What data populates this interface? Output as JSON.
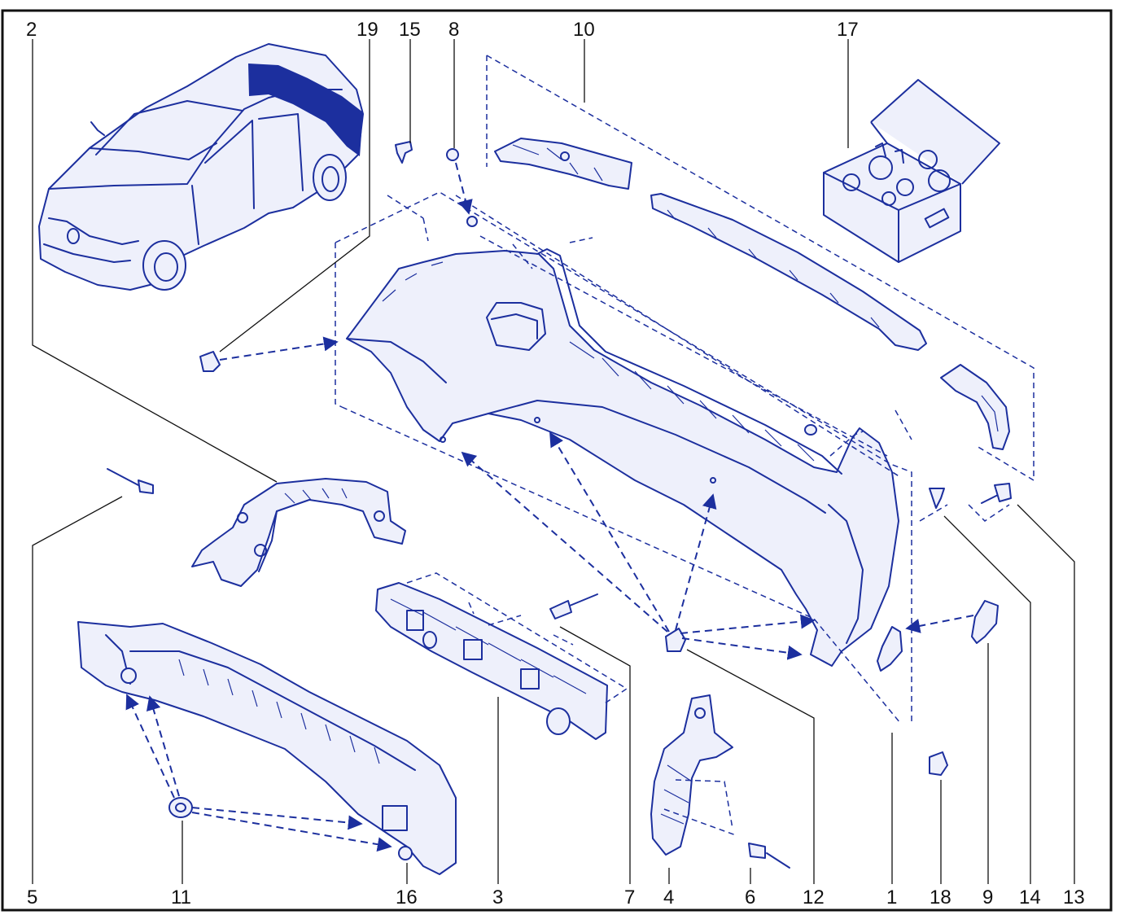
{
  "callouts": {
    "c1": "1",
    "c2": "2",
    "c3": "3",
    "c4": "4",
    "c5": "5",
    "c6": "6",
    "c7": "7",
    "c8": "8",
    "c9": "9",
    "c10": "10",
    "c11": "11",
    "c12": "12",
    "c13": "13",
    "c14": "14",
    "c15": "15",
    "c16": "16",
    "c17": "17",
    "c18": "18",
    "c19": "19"
  },
  "colors": {
    "ink": "#1c2f9e",
    "frame": "#111111",
    "highlight": "#1c2f9e"
  }
}
